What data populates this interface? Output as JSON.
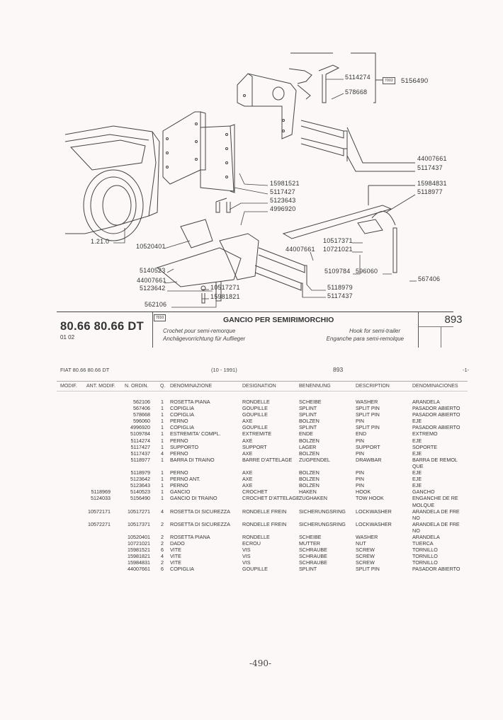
{
  "diagram": {
    "callouts": [
      "5114274",
      "578668",
      "5156490",
      "44007661",
      "5117437",
      "15981521",
      "5117427",
      "15984831",
      "5118977",
      "5123643",
      "4996920",
      "1.21.0",
      "10520401",
      "10517371",
      "44007661",
      "10721021",
      "5140523",
      "44007661",
      "5123642",
      "10517271",
      "15981821",
      "562106",
      "5109784",
      "596060",
      "567406",
      "5118979",
      "5117437"
    ],
    "group_ref": "7002"
  },
  "header": {
    "model": "80.66 80.66 DT",
    "model_sub": "01 02",
    "ref": "7010",
    "title": "GANCIO PER SEMIRIMORCHIO",
    "fr": "Crochet pour semi-remorque",
    "de": "Anchägevorrichtung für Auflieger",
    "en": "Hook for semi-trailer",
    "es": "Enganche para semi-remolque",
    "page": "893"
  },
  "meta": {
    "model": "FIAT 80.66 80.66 DT",
    "date": "(10 - 1991)",
    "group": "893",
    "sheet": "-1-"
  },
  "columns": [
    "MODIF.",
    "ANT. MODIF.",
    "N. ORDIN.",
    "Q.",
    "DENOMINAZIONE",
    "DESIGNATION",
    "BENENNUNG",
    "DESCRIPTION",
    "DENOMINACIONES"
  ],
  "rows": [
    {
      "modif": "",
      "ant": "",
      "ord": "562106",
      "q": "1",
      "it": "ROSETTA PIANA",
      "fr": "RONDELLE",
      "de": "SCHEIBE",
      "en": "WASHER",
      "es": "ARANDELA"
    },
    {
      "modif": "",
      "ant": "",
      "ord": "567406",
      "q": "1",
      "it": "COPIGLIA",
      "fr": "GOUPILLE",
      "de": "SPLINT",
      "en": "SPLIT PIN",
      "es": "PASADOR ABIERTO"
    },
    {
      "modif": "",
      "ant": "",
      "ord": "578668",
      "q": "1",
      "it": "COPIGLIA",
      "fr": "GOUPILLE",
      "de": "SPLINT",
      "en": "SPLIT PIN",
      "es": "PASADOR ABIERTO"
    },
    {
      "modif": "",
      "ant": "",
      "ord": "596060",
      "q": "1",
      "it": "PERNO",
      "fr": "AXE",
      "de": "BOLZEN",
      "en": "PIN",
      "es": "EJE"
    },
    {
      "modif": "",
      "ant": "",
      "ord": "4996920",
      "q": "1",
      "it": "COPIGLIA",
      "fr": "GOUPILLE",
      "de": "SPLINT",
      "en": "SPLIT PIN",
      "es": "PASADOR ABIERTO"
    },
    {
      "modif": "",
      "ant": "",
      "ord": "5109784",
      "q": "1",
      "it": "ESTREMITA' COMPL.",
      "fr": "EXTREMITE",
      "de": "ENDE",
      "en": "END",
      "es": "EXTREMO"
    },
    {
      "modif": "",
      "ant": "",
      "ord": "5114274",
      "q": "1",
      "it": "PERNO",
      "fr": "AXE",
      "de": "BOLZEN",
      "en": "PIN",
      "es": "EJE"
    },
    {
      "modif": "",
      "ant": "",
      "ord": "5117427",
      "q": "1",
      "it": "SUPPORTO",
      "fr": "SUPPORT",
      "de": "LAGER",
      "en": "SUPPORT",
      "es": "SOPORTE"
    },
    {
      "modif": "",
      "ant": "",
      "ord": "5117437",
      "q": "4",
      "it": "PERNO",
      "fr": "AXE",
      "de": "BOLZEN",
      "en": "PIN",
      "es": "EJE"
    },
    {
      "modif": "",
      "ant": "",
      "ord": "5118977",
      "q": "1",
      "it": "BARRA DI TRAINO",
      "fr": "BARRE D'ATTELAGE",
      "de": "ZUGPENDEL",
      "en": "DRAWBAR",
      "es": "BARRA DE REMOLQUE"
    },
    {
      "modif": "",
      "ant": "",
      "ord": "5118979",
      "q": "1",
      "it": "PERNO",
      "fr": "AXE",
      "de": "BOLZEN",
      "en": "PIN",
      "es": "EJE"
    },
    {
      "modif": "",
      "ant": "",
      "ord": "5123642",
      "q": "1",
      "it": "PERNO ANT.",
      "fr": "AXE",
      "de": "BOLZEN",
      "en": "PIN",
      "es": "EJE"
    },
    {
      "modif": "",
      "ant": "",
      "ord": "5123643",
      "q": "1",
      "it": "PERNO",
      "fr": "AXE",
      "de": "BOLZEN",
      "en": "PIN",
      "es": "EJE"
    },
    {
      "modif": "",
      "ant": "5118969",
      "ord": "5140523",
      "q": "1",
      "it": "GANCIO",
      "fr": "CROCHET",
      "de": "HAKEN",
      "en": "HOOK",
      "es": "GANCHO"
    },
    {
      "modif": "",
      "ant": "5124033",
      "ord": "5156490",
      "q": "1",
      "it": "GANCIO DI TRAINO",
      "fr": "CROCHET D'ATTELAGE",
      "de": "ZUGHAKEN",
      "en": "TOW HOOK",
      "es": "ENGANCHE DE REMOLQUE"
    },
    {
      "modif": "",
      "ant": "10572171",
      "ord": "10517271",
      "q": "4",
      "it": "ROSETTA DI SICUREZZA",
      "fr": "RONDELLE FREIN",
      "de": "SICHERUNGSRING",
      "en": "LOCKWASHER",
      "es": "ARANDELA DE FRENO"
    },
    {
      "modif": "",
      "ant": "10572271",
      "ord": "10517371",
      "q": "2",
      "it": "ROSETTA DI SICUREZZA",
      "fr": "RONDELLE FREIN",
      "de": "SICHERUNGSRING",
      "en": "LOCKWASHER",
      "es": "ARANDELA DE FRENO"
    },
    {
      "modif": "",
      "ant": "",
      "ord": "10520401",
      "q": "2",
      "it": "ROSETTA PIANA",
      "fr": "RONDELLE",
      "de": "SCHEIBE",
      "en": "WASHER",
      "es": "ARANDELA"
    },
    {
      "modif": "",
      "ant": "",
      "ord": "10721021",
      "q": "2",
      "it": "DADO",
      "fr": "ECROU",
      "de": "MUTTER",
      "en": "NUT",
      "es": "TUERCA"
    },
    {
      "modif": "",
      "ant": "",
      "ord": "15981521",
      "q": "6",
      "it": "VITE",
      "fr": "VIS",
      "de": "SCHRAUBE",
      "en": "SCREW",
      "es": "TORNILLO"
    },
    {
      "modif": "",
      "ant": "",
      "ord": "15981821",
      "q": "4",
      "it": "VITE",
      "fr": "VIS",
      "de": "SCHRAUBE",
      "en": "SCREW",
      "es": "TORNILLO"
    },
    {
      "modif": "",
      "ant": "",
      "ord": "15984831",
      "q": "2",
      "it": "VITE",
      "fr": "VIS",
      "de": "SCHRAUBE",
      "en": "SCREW",
      "es": "TORNILLO"
    },
    {
      "modif": "",
      "ant": "",
      "ord": "44007661",
      "q": "6",
      "it": "COPIGLIA",
      "fr": "GOUPILLE",
      "de": "SPLINT",
      "en": "SPLIT PIN",
      "es": "PASADOR ABIERTO"
    }
  ],
  "footer": {
    "page": "-490-"
  }
}
